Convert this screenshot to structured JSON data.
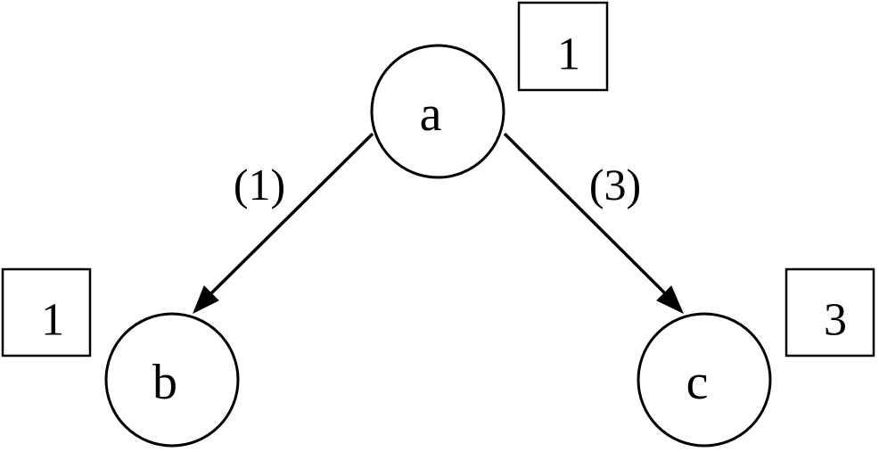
{
  "diagram": {
    "nodes": [
      {
        "id": "a",
        "label": "a",
        "value": "1"
      },
      {
        "id": "b",
        "label": "b",
        "value": "1"
      },
      {
        "id": "c",
        "label": "c",
        "value": "3"
      }
    ],
    "edges": [
      {
        "from": "a",
        "to": "b",
        "weight": "(1)"
      },
      {
        "from": "a",
        "to": "c",
        "weight": "(3)"
      }
    ]
  }
}
